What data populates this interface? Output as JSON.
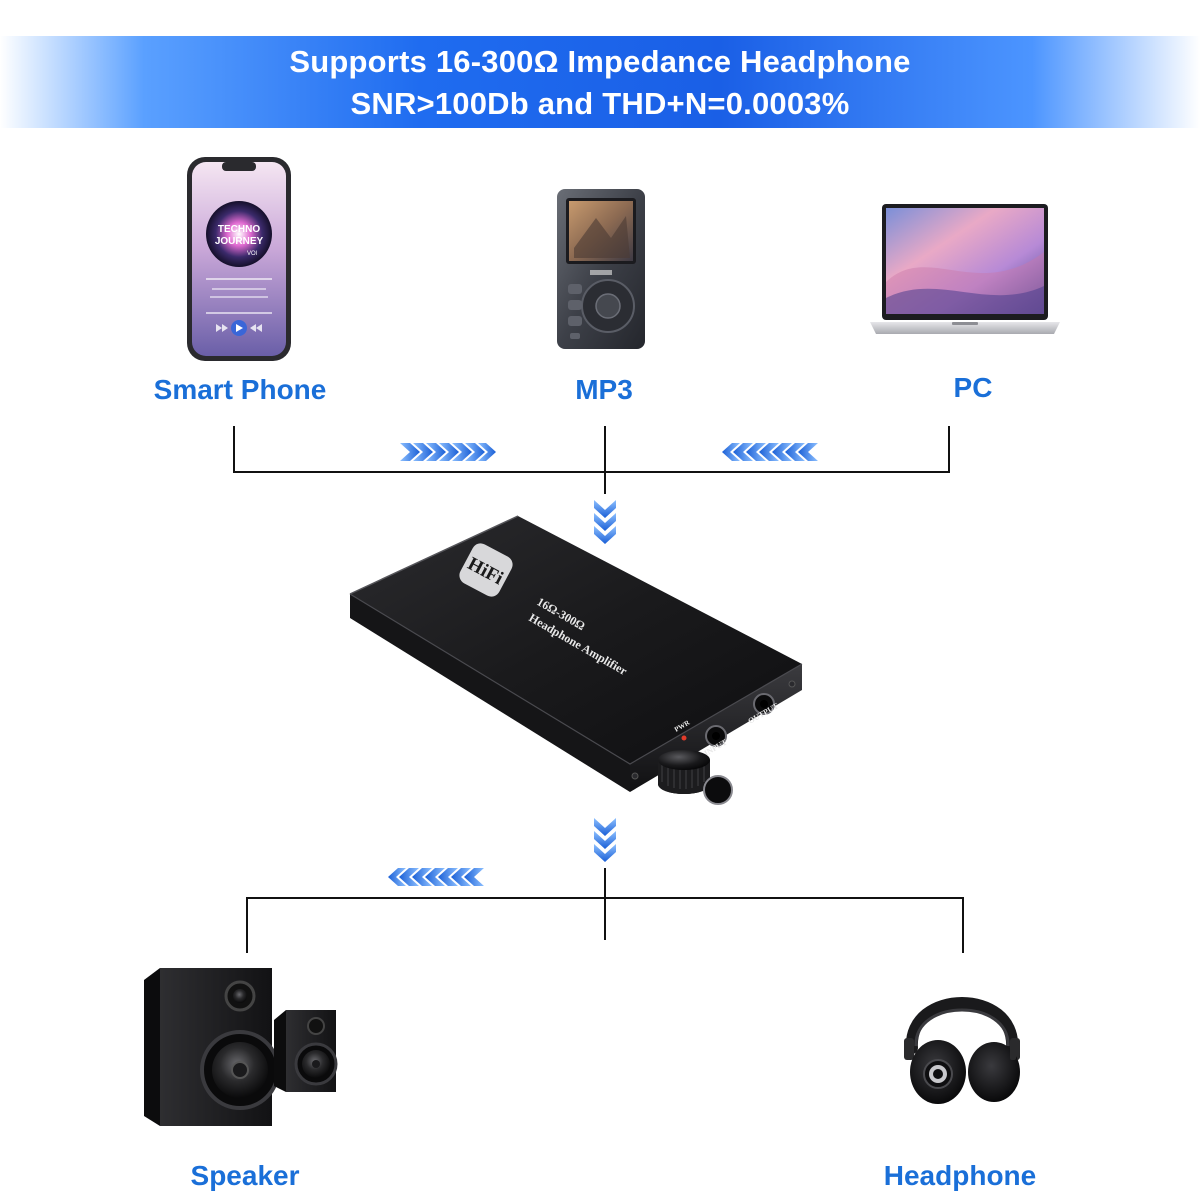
{
  "header": {
    "line1": "Supports 16-300Ω Impedance Headphone",
    "line2": "SNR>100Db and THD+N=0.0003%"
  },
  "sources": [
    {
      "label": "Smart Phone",
      "icon": "smartphone-icon"
    },
    {
      "label": "MP3",
      "icon": "mp3-player-icon"
    },
    {
      "label": "PC",
      "icon": "laptop-icon"
    }
  ],
  "amplifier": {
    "badge": "HiFi",
    "model": "16Ω-300Ω",
    "name": "Headphone Amplifier",
    "pwr_label": "PWR",
    "input_label": "INPUT",
    "output_label": "OUTPUT"
  },
  "outputs": [
    {
      "label": "Speaker",
      "icon": "speaker-icon"
    },
    {
      "label": "Headphone",
      "icon": "headphone-icon"
    }
  ],
  "phone_screen": {
    "line1": "TECHNO",
    "line2": "JOURNEY",
    "line3": "VOl"
  },
  "colors": {
    "accent": "#1a6fd8",
    "banner": "#1f6cf0",
    "wire": "#111111",
    "arrow_light": "#7fb6ff",
    "arrow_dark": "#1a5fd6"
  }
}
